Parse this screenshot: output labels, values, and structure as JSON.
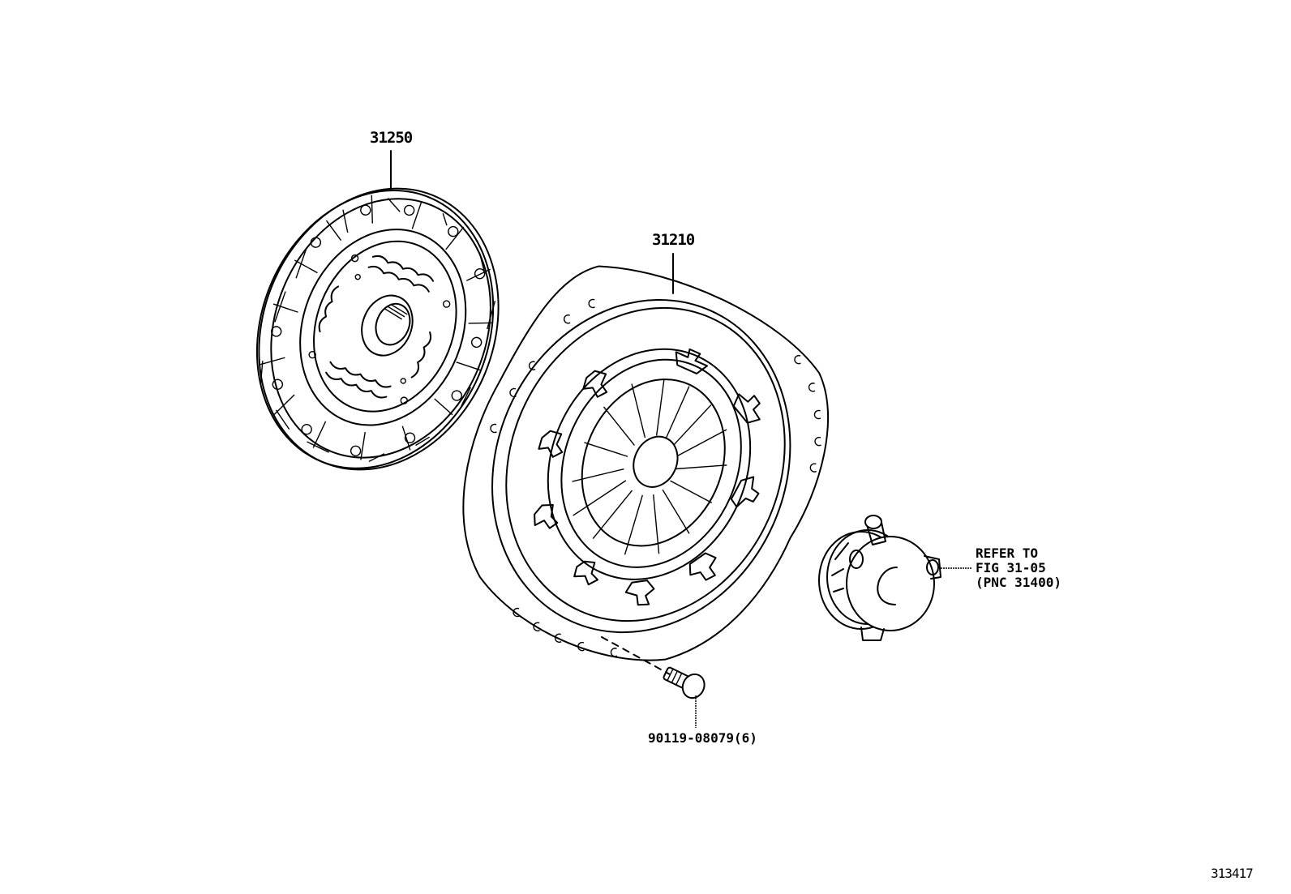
{
  "diagram": {
    "type": "exploded-parts-diagram",
    "illustration_id": "313417",
    "parts": [
      {
        "part_no": "31250",
        "name": "clutch-disc"
      },
      {
        "part_no": "31210",
        "name": "clutch-cover"
      },
      {
        "part_no": "90119-08079(6)",
        "name": "bolt",
        "quantity": 6
      },
      {
        "part_no": "",
        "name": "release-bearing-cylinder",
        "reference": [
          "REFER TO",
          "FIG 31-05",
          "(PNC 31400)"
        ]
      }
    ]
  },
  "labels": {
    "disc": "31250",
    "cover": "31210",
    "bolt": "90119-08079(6)",
    "ref_line1": "REFER TO",
    "ref_line2": "FIG 31-05",
    "ref_line3": "(PNC 31400)",
    "figure_id": "313417"
  }
}
